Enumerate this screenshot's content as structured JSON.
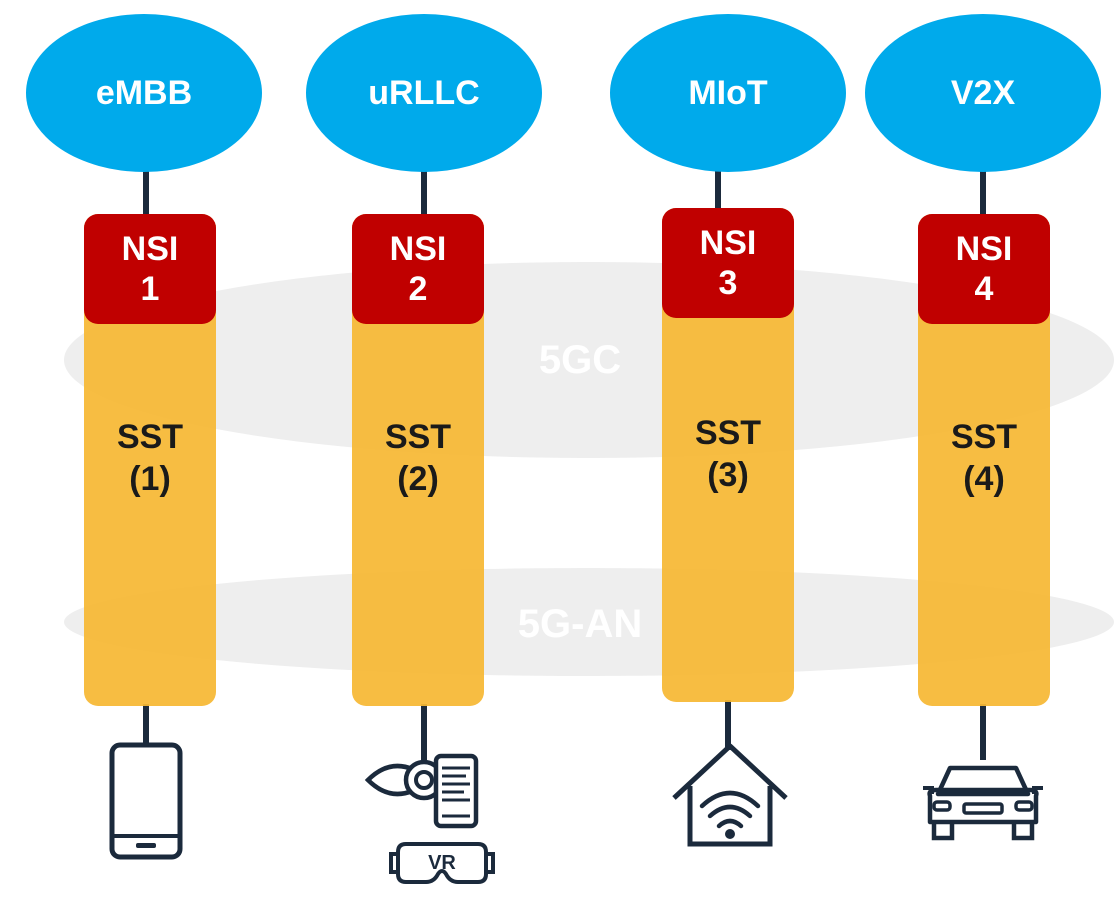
{
  "layers": {
    "core": "5GC",
    "access": "5G-AN"
  },
  "slices": [
    {
      "service": "eMBB",
      "nsi_label": "NSI",
      "nsi_number": "1",
      "sst_label": "SST",
      "sst_value": "(1)",
      "device_icon": "smartphone-icon"
    },
    {
      "service": "uRLLC",
      "nsi_label": "NSI",
      "nsi_number": "2",
      "sst_label": "SST",
      "sst_value": "(2)",
      "device_icon": "eye-tablet-vr-headset-icon",
      "device_text": "VR"
    },
    {
      "service": "MIoT",
      "nsi_label": "NSI",
      "nsi_number": "3",
      "sst_label": "SST",
      "sst_value": "(3)",
      "device_icon": "smart-home-wifi-icon"
    },
    {
      "service": "V2X",
      "nsi_label": "NSI",
      "nsi_number": "4",
      "sst_label": "SST",
      "sst_value": "(4)",
      "device_icon": "car-icon"
    }
  ],
  "colors": {
    "service_oval": "#00aaeb",
    "nsi_block": "#c00000",
    "sst_column": "#f6b834",
    "layer_band": "#eeeeee",
    "line": "#1b2a3c"
  }
}
